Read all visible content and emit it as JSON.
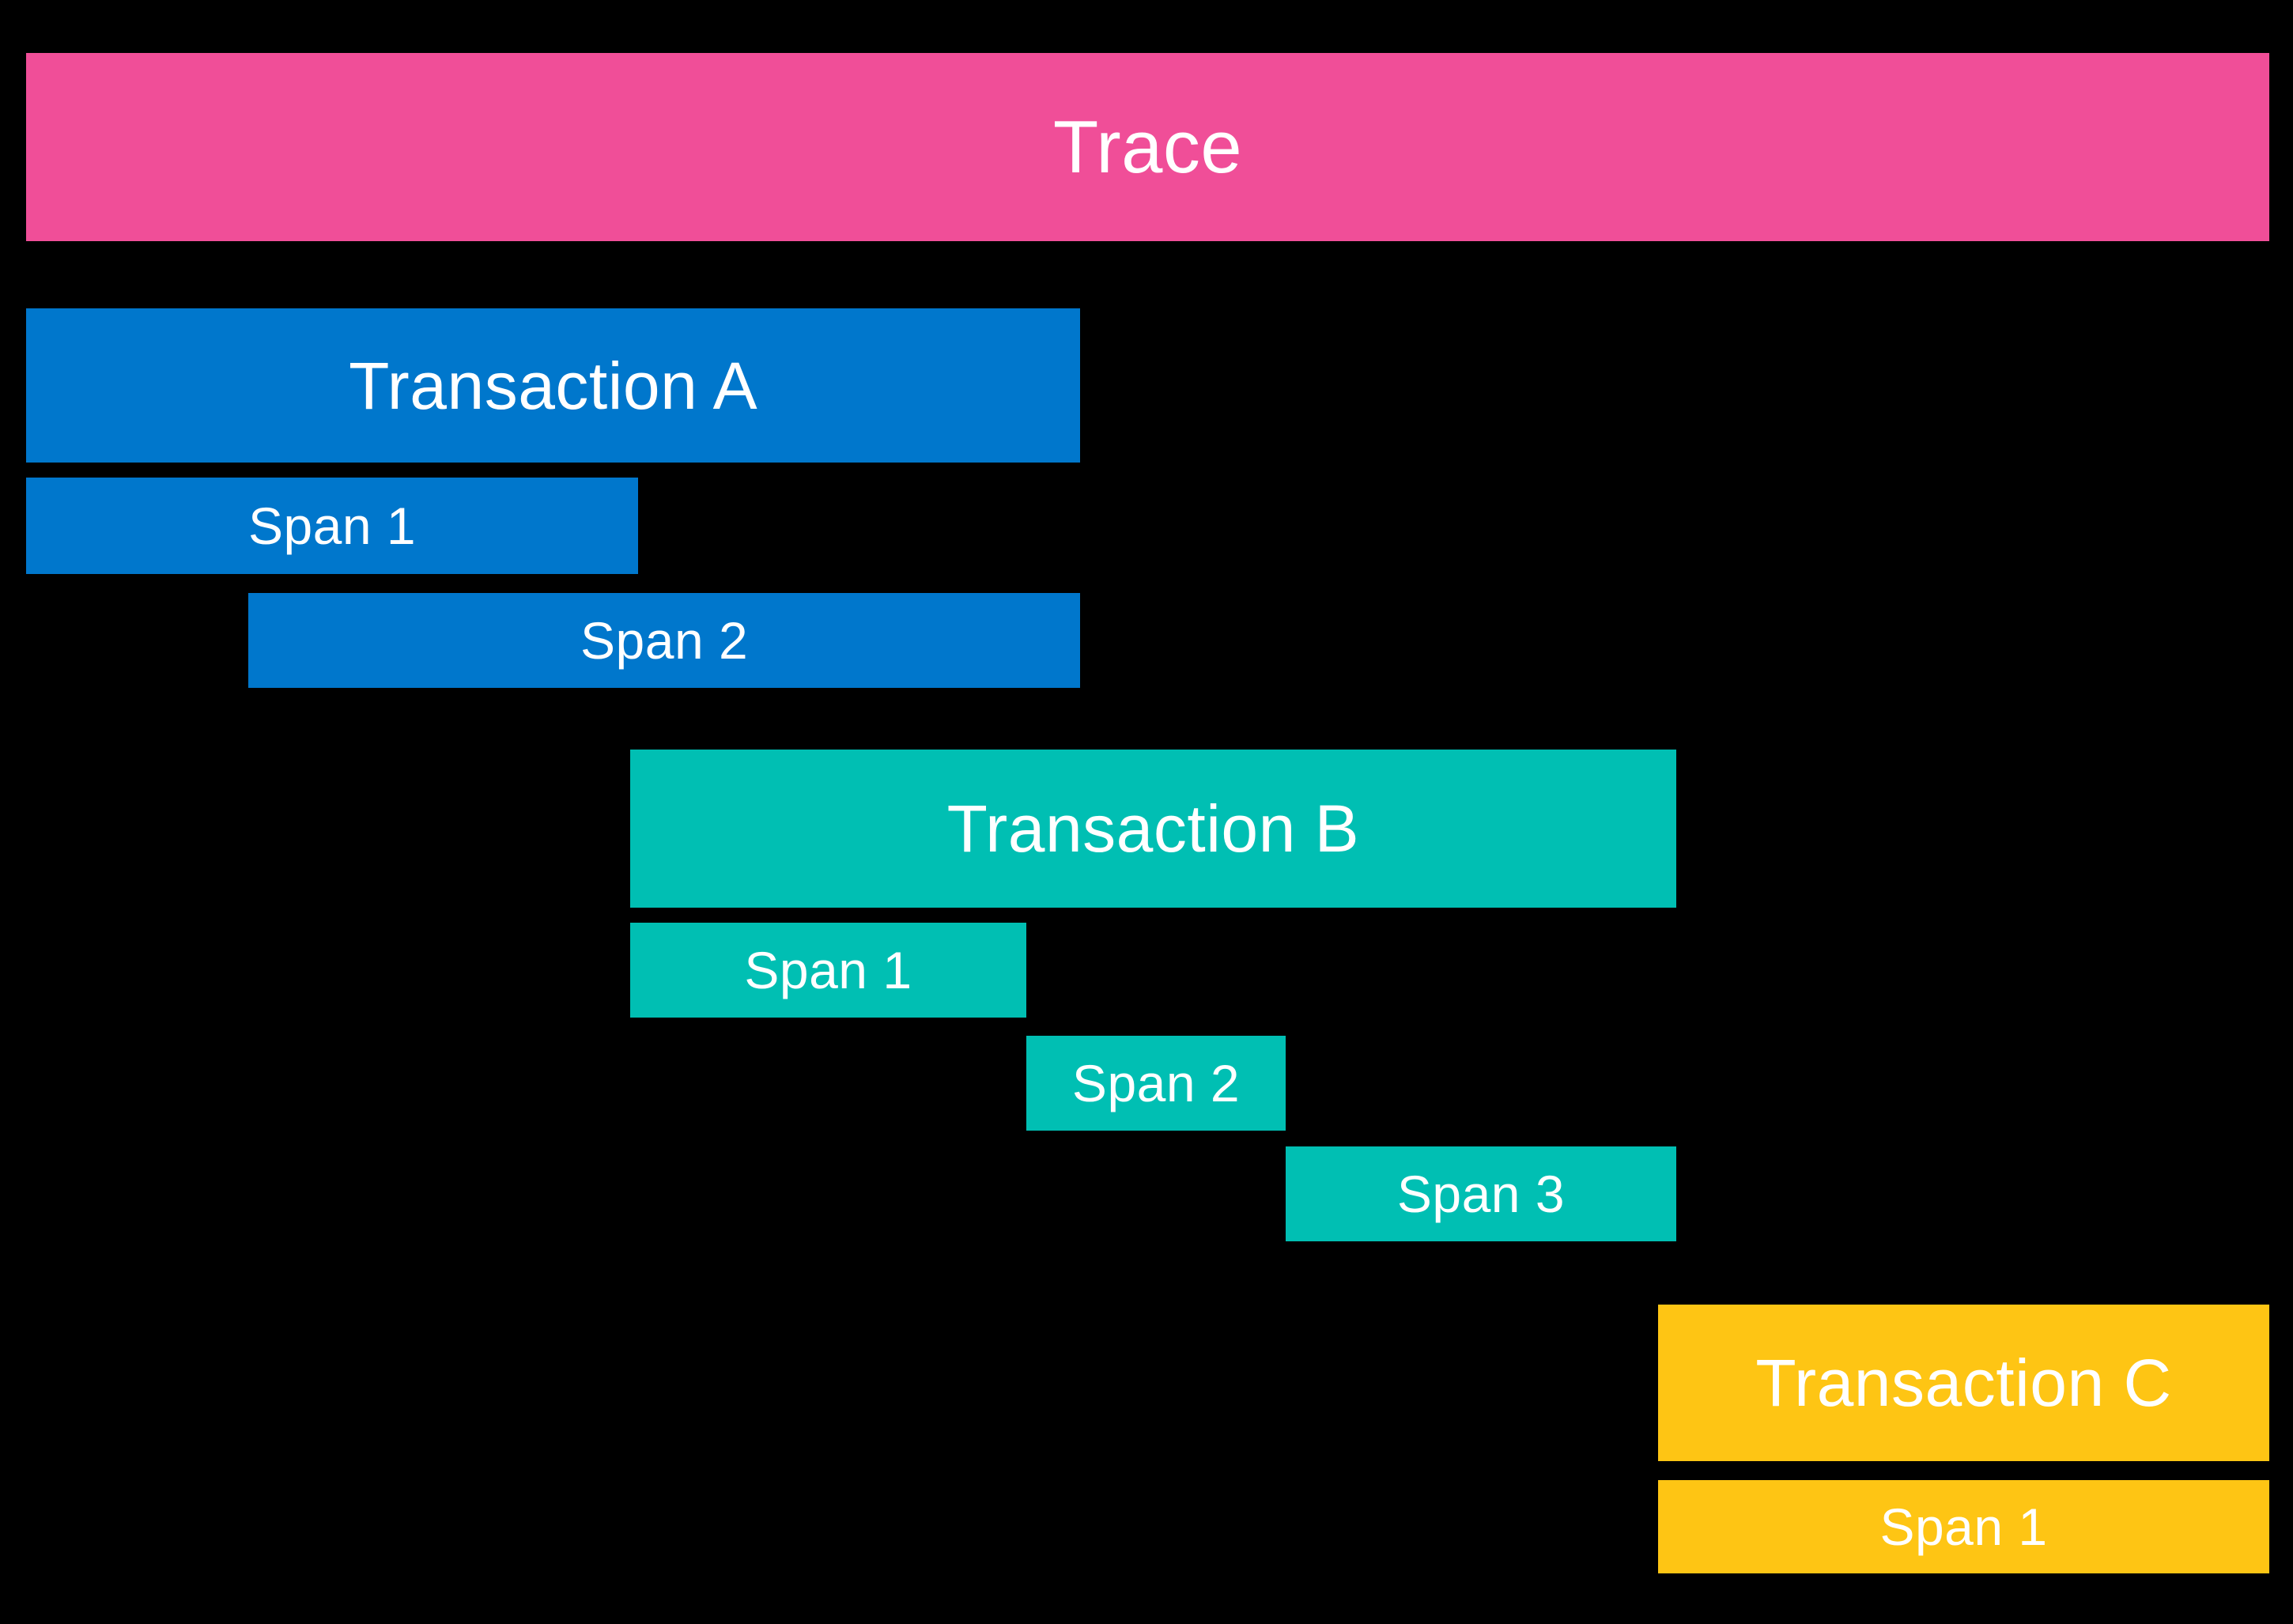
{
  "diagram": {
    "name": "distributed-trace-waterfall",
    "background_color": "#000000",
    "text_color": "#FFFFFF",
    "colors": {
      "trace": "#F04E98",
      "transaction_a": "#0077CC",
      "transaction_b": "#00BFB3",
      "transaction_c": "#FEC514"
    },
    "bars": [
      {
        "id": "trace",
        "label": "Trace",
        "color": "trace",
        "size": "trace",
        "x": 1.14,
        "y": 3.26,
        "w": 97.83,
        "h": 11.59
      },
      {
        "id": "transaction-a",
        "label": "Transaction A",
        "color": "transaction_a",
        "size": "transaction",
        "x": 1.14,
        "y": 18.99,
        "w": 45.97,
        "h": 9.49
      },
      {
        "id": "transaction-a-span-1",
        "label": "Span 1",
        "color": "transaction_a",
        "size": "span",
        "x": 1.14,
        "y": 29.41,
        "w": 26.69,
        "h": 5.94
      },
      {
        "id": "transaction-a-span-2",
        "label": "Span 2",
        "color": "transaction_a",
        "size": "span",
        "x": 10.83,
        "y": 36.51,
        "w": 36.28,
        "h": 5.84
      },
      {
        "id": "transaction-b",
        "label": "Transaction B",
        "color": "transaction_b",
        "size": "transaction",
        "x": 27.48,
        "y": 46.15,
        "w": 45.62,
        "h": 9.74
      },
      {
        "id": "transaction-b-span-1",
        "label": "Span 1",
        "color": "transaction_b",
        "size": "span",
        "x": 27.48,
        "y": 56.82,
        "w": 17.28,
        "h": 5.84
      },
      {
        "id": "transaction-b-span-2",
        "label": "Span 2",
        "color": "transaction_b",
        "size": "span",
        "x": 44.76,
        "y": 63.78,
        "w": 11.31,
        "h": 5.84
      },
      {
        "id": "transaction-b-span-3",
        "label": "Span 3",
        "color": "transaction_b",
        "size": "span",
        "x": 56.07,
        "y": 70.59,
        "w": 17.03,
        "h": 5.84
      },
      {
        "id": "transaction-c",
        "label": "Transaction C",
        "color": "transaction_c",
        "size": "transaction",
        "x": 72.31,
        "y": 80.33,
        "w": 26.66,
        "h": 9.64
      },
      {
        "id": "transaction-c-span-1",
        "label": "Span 1",
        "color": "transaction_c",
        "size": "span",
        "x": 72.31,
        "y": 91.14,
        "w": 26.66,
        "h": 5.74
      }
    ]
  }
}
